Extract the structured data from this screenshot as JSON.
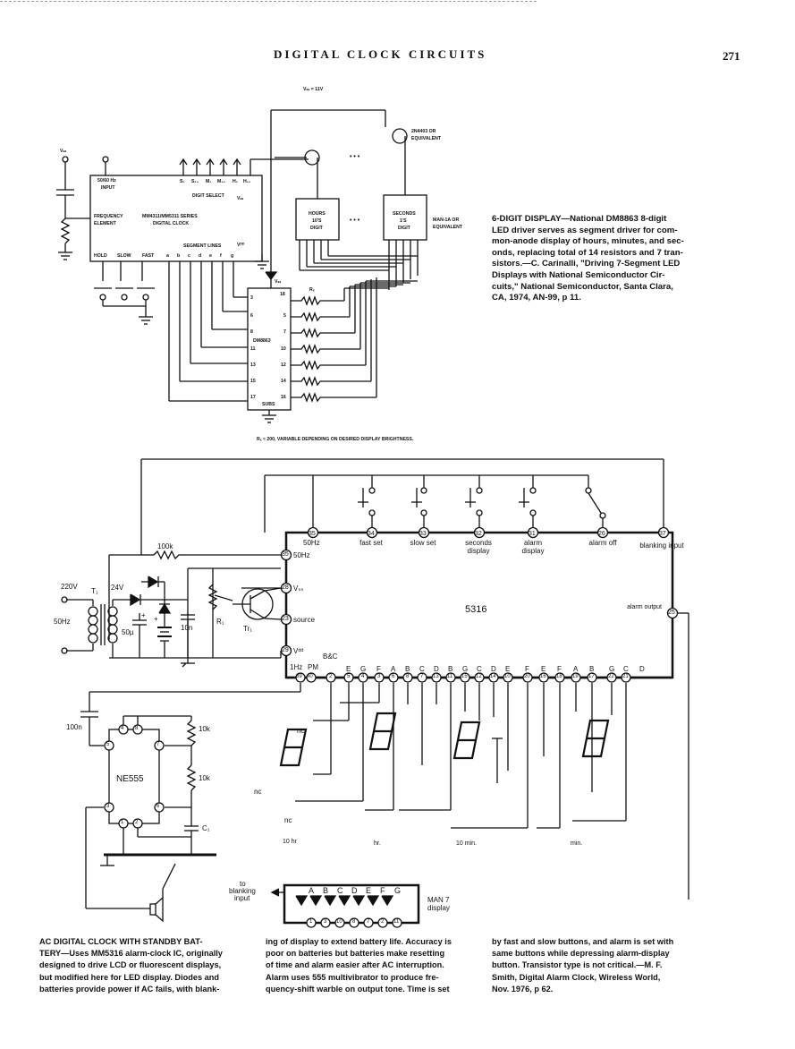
{
  "header": {
    "title": "DIGITAL CLOCK CIRCUITS",
    "page_number": "271"
  },
  "fig1": {
    "supply": "Vₛₛ = 11V",
    "vss": "Vₛₛ",
    "input": [
      "50/60 Hz",
      "INPUT"
    ],
    "digit_select_pins": [
      "S₁",
      "S₁₀",
      "M₁",
      "M₁₀",
      "H₁",
      "H₁₀"
    ],
    "digit_select": "DIGIT SELECT",
    "vss_right": "Vₛₛ",
    "freq_element": [
      "FREQUENCY",
      "ELEMENT"
    ],
    "chip": [
      "MM4311/MM5311 SERIES",
      "DIGITAL CLOCK"
    ],
    "segment_lines": "SEGMENT LINES",
    "vdd": "Vᴰᴰ",
    "buttons": [
      "HOLD",
      "SLOW",
      "FAST"
    ],
    "segment_letters": [
      "a",
      "b",
      "c",
      "d",
      "e",
      "f",
      "g"
    ],
    "transistor": [
      "2N4403 OR",
      "EQUIVALENT"
    ],
    "hours": [
      "HOURS",
      "10'S",
      "DIGIT"
    ],
    "seconds": [
      "SECONDS",
      "1'S",
      "DIGIT"
    ],
    "display": [
      "MAN-1A OR",
      "EQUIVALENT"
    ],
    "driver": "DM8863",
    "driver_vss": "Vₛₛ",
    "driver_subs": "SUBS",
    "rx": "Rₓ",
    "left_pins": [
      "3",
      "6",
      "8",
      "11",
      "13",
      "15",
      "17"
    ],
    "right_pins": [
      "18",
      "5",
      "7",
      "10",
      "12",
      "14",
      "16"
    ],
    "ellipsis": "• • •",
    "note": "Rₓ ≈ 200, VARIABLE DEPENDING ON DESIRED DISPLAY BRIGHTNESS."
  },
  "caption1": {
    "title": "6-DIGIT DISPLAY—National DM8863 8-digit",
    "lines": [
      "LED driver serves as segment driver for com-",
      "mon-anode display of hours, minutes, and sec-",
      "onds, replacing total of 14 resistors and 7 tran-",
      "sistors.—C. Carinalli, \"Driving 7-Segment LED",
      "Displays with National Semiconductor Cir-",
      "cuits,\" National Semiconductor, Santa Clara,",
      "CA, 1974, AN-99, p 11."
    ]
  },
  "fig2": {
    "chip": "5316",
    "pin_labels_top": [
      "50Hz",
      "fast set",
      "slow set",
      "seconds display",
      "alarm display",
      "alarm off",
      "blanking input"
    ],
    "top_pins": [
      "35",
      "34",
      "33",
      "32",
      "31",
      "26",
      "37"
    ],
    "left_labels": [
      "50Hz",
      "Vₛₛ",
      "source",
      "Vᵈᵈ"
    ],
    "left_pins": [
      "35",
      "28",
      "23",
      "29"
    ],
    "alarm_output": "alarm output",
    "alarm_pin": "25",
    "bottom_header": [
      "1Hz",
      "PM",
      "B&C",
      "E",
      "G",
      "F",
      "A",
      "B",
      "C",
      "D",
      "B",
      "G",
      "C",
      "D",
      "E",
      "F",
      "E",
      "F",
      "A",
      "B",
      "G",
      "C",
      "D"
    ],
    "bottom_pins": [
      "39",
      "40",
      "2",
      "5",
      "4",
      "3",
      "6",
      "8",
      "7",
      "13",
      "11",
      "15",
      "12",
      "14",
      "10",
      "20",
      "16",
      "18",
      "19",
      "17",
      "22",
      "21"
    ],
    "r100k": "100k",
    "v220": "220V",
    "t1": "T₁",
    "v24": "24V",
    "hz50": "50Hz",
    "c50u": "50µ",
    "c10n": "10n",
    "r1": "R₁",
    "tr1": "Tr₁",
    "c100n": "100n",
    "ne555": "NE555",
    "ne555_pins": [
      "4",
      "8",
      "5",
      "7",
      "3",
      "6",
      "1",
      "2"
    ],
    "r10k_a": "10k",
    "r10k_b": "10k",
    "c1": "C₁",
    "nc": "nc",
    "digits": [
      "10 hr",
      "hr.",
      "10 min.",
      "min."
    ],
    "blanking": [
      "to",
      "blanking",
      "input"
    ],
    "man7_letters": [
      "A",
      "B",
      "C",
      "D",
      "E",
      "F",
      "G"
    ],
    "man7_pins": [
      "1",
      "3",
      "10",
      "8",
      "7",
      "2",
      "11"
    ],
    "man7": [
      "MAN 7",
      "display"
    ],
    "plus": "+"
  },
  "caption2": {
    "col1": [
      "AC DIGITAL CLOCK WITH STANDBY BAT-",
      "TERY—Uses MM5316 alarm-clock IC, originally",
      "designed to drive LCD or fluorescent displays,",
      "but modified here for LED display. Diodes and",
      "batteries provide power if AC fails, with blank-"
    ],
    "col2": [
      "ing of display to extend battery life. Accuracy is",
      "poor on batteries but batteries make resetting",
      "of time and alarm easier after AC interruption.",
      "Alarm uses 555 multivibrator to produce fre-",
      "quency-shift warble on output tone. Time is set"
    ],
    "col3": [
      "by fast and slow buttons, and alarm is set with",
      "same buttons while depressing alarm-display",
      "button. Transistor type is not critical.—M. F.",
      "Smith, Digital Alarm Clock, Wireless World,",
      "Nov. 1976, p 62."
    ]
  }
}
